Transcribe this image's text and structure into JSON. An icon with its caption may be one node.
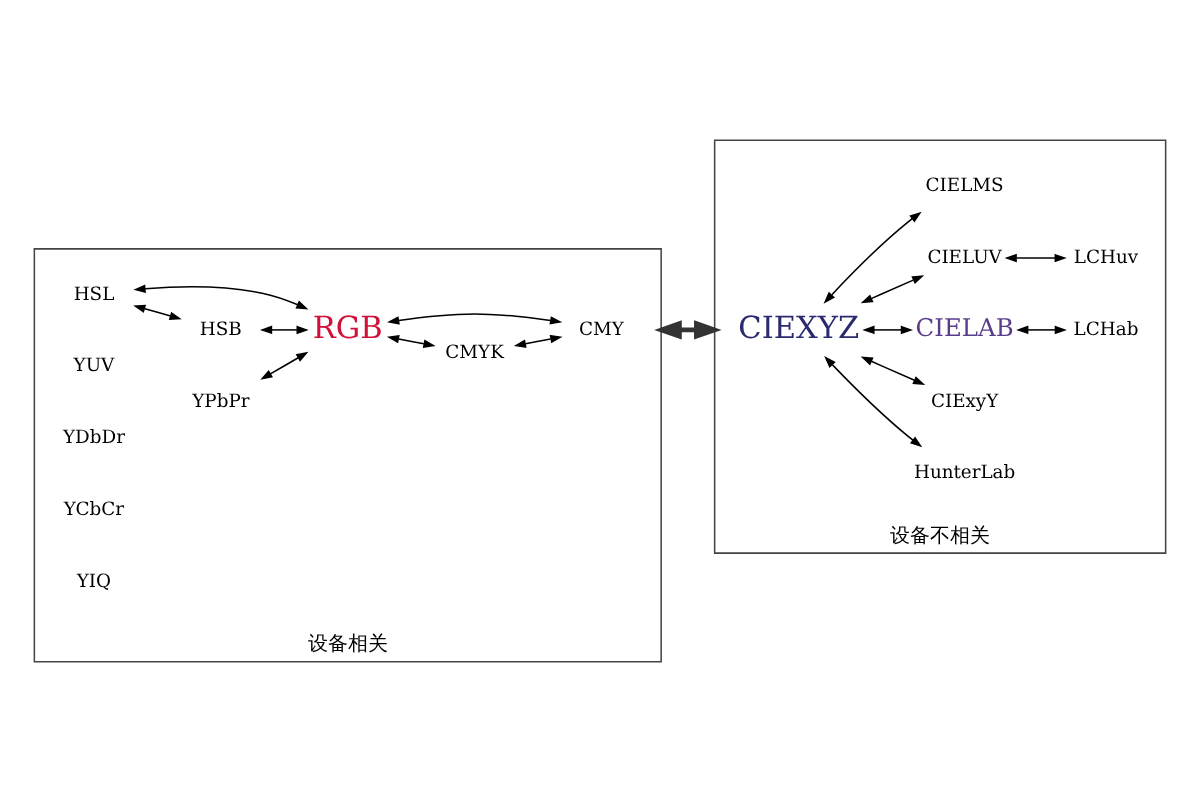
{
  "diagram": {
    "nodes": [
      {
        "text": [
          "设备相关"
        ]
      },
      {
        "text": [
          "HSL"
        ],
        "in": 0
      },
      {
        "text": [
          "HSB"
        ],
        "in": 0
      },
      {
        "text": [
          "YUV"
        ],
        "in": 0
      },
      {
        "text": [
          "YDbDr"
        ],
        "in": 0
      },
      {
        "text": [
          "YPbPr"
        ],
        "in": 0
      },
      {
        "text": [
          "RGB"
        ],
        "in": 0
      },
      {
        "text": [
          "YCbCr"
        ],
        "in": 0
      },
      {
        "text": [
          "YIQ"
        ],
        "in": 0
      },
      {
        "text": [
          "CMYK"
        ],
        "in": 0
      },
      {
        "text": [
          "CMY"
        ],
        "in": 0
      },
      {
        "text": [
          "设备不相关"
        ]
      },
      {
        "text": [
          "HunterLab"
        ],
        "in": 11
      },
      {
        "text": [
          "CIExyY"
        ],
        "in": 11
      },
      {
        "text": [
          "CIEXYZ"
        ],
        "in": 11
      },
      {
        "text": [
          "CIELAB"
        ],
        "in": 11
      },
      {
        "text": [
          "LCHab"
        ],
        "in": 11
      },
      {
        "text": [
          "CIELUV"
        ],
        "in": 11
      },
      {
        "text": [
          "LCHuv"
        ],
        "in": 11
      },
      {
        "text": [
          "CIELMS"
        ],
        "in": 11
      }
    ],
    "edges": [
      {
        "from": 1,
        "to": 2,
        "arrow": "both"
      },
      {
        "from": 1,
        "to": 6,
        "arrow": "both"
      },
      {
        "from": 2,
        "to": 6,
        "arrow": "both"
      },
      {
        "from": 5,
        "to": 6,
        "arrow": "both"
      },
      {
        "from": 6,
        "to": 9,
        "arrow": "both"
      },
      {
        "from": 6,
        "to": 10,
        "arrow": "both"
      },
      {
        "from": 9,
        "to": 10,
        "arrow": "both"
      },
      {
        "from": 0,
        "to": 11,
        "arrow": "both",
        "style": "thick"
      },
      {
        "from": 14,
        "to": 12,
        "arrow": "both"
      },
      {
        "from": 14,
        "to": 13,
        "arrow": "both"
      },
      {
        "from": 14,
        "to": 15,
        "arrow": "both"
      },
      {
        "from": 14,
        "to": 17,
        "arrow": "both"
      },
      {
        "from": 14,
        "to": 19,
        "arrow": "both"
      },
      {
        "from": 15,
        "to": 16,
        "arrow": "both"
      },
      {
        "from": 17,
        "to": 18,
        "arrow": "both"
      }
    ]
  }
}
